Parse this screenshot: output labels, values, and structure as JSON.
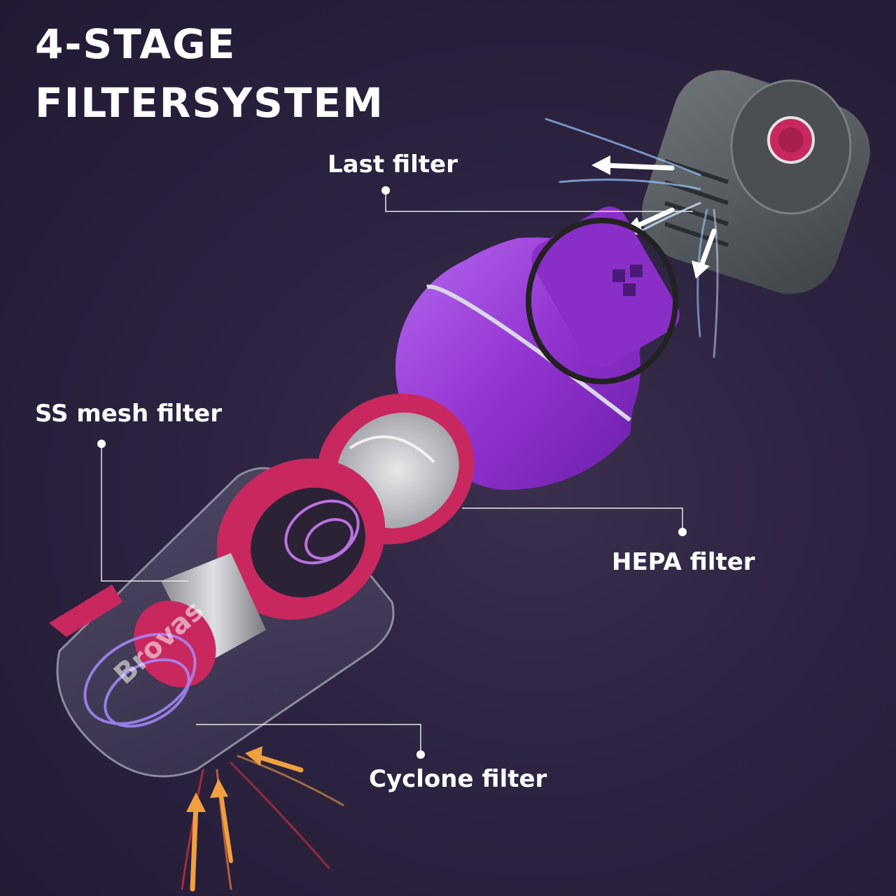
{
  "title": {
    "line1": "4-STAGE",
    "line2": "FILTERSYSTEM"
  },
  "labels": {
    "last_filter": "Last filter",
    "ss_mesh_filter": "SS mesh filter",
    "hepa_filter": "HEPA filter",
    "cyclone_filter": "Cyclone filter"
  },
  "brand": "Brovas",
  "colors": {
    "background": "#2c2340",
    "purple_filter": "#9b3fd6",
    "magenta": "#c8285e",
    "grey_cap": "#5d6268",
    "airflow_blue": "#9bc4ff",
    "airflow_orange": "#f0a040"
  }
}
